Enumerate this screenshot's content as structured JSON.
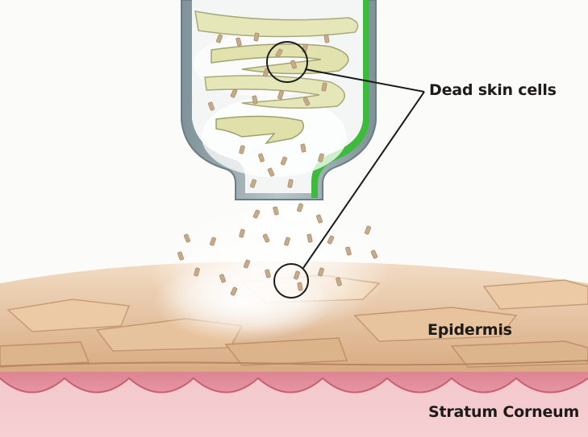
{
  "labels": {
    "dead_skin_cells": "Dead skin cells",
    "epidermis": "Epidermis",
    "stratum_corneum": "Stratum Corneum"
  },
  "colors": {
    "background": "#fbfbf9",
    "nozzle_outer": "#8fa1a8",
    "nozzle_green": "#3dbb3a",
    "spiral": "#e6e7b8",
    "skin_epidermis": "#e3bf9a",
    "skin_stratum_corneum": "#e9a3a9",
    "particle": "#c7ab88",
    "callout_stroke": "#1b1b1b"
  }
}
